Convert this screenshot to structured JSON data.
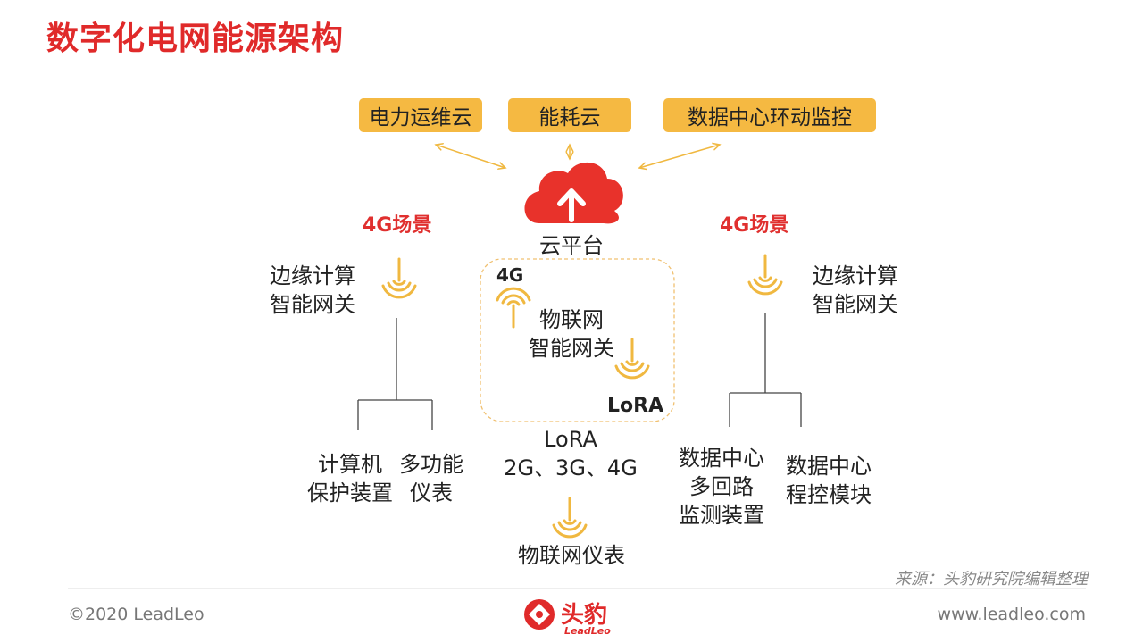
{
  "page": {
    "title": "数字化电网能源架构"
  },
  "clouds": {
    "left": "电力运维云",
    "center": "能耗云",
    "right": "数据中心环动监控"
  },
  "platform": {
    "label": "云平台"
  },
  "left_branch": {
    "scene": "4G场景",
    "gateway": [
      "边缘计算",
      "智能网关"
    ],
    "devices": [
      {
        "lines": [
          "计算机",
          "保护装置"
        ]
      },
      {
        "lines": [
          "多功能",
          "仪表"
        ]
      }
    ]
  },
  "center_branch": {
    "tag_4g": "4G",
    "gateway": [
      "物联网",
      "智能网关"
    ],
    "tag_lora": "LoRA",
    "protocols": [
      "LoRA",
      "2G、3G、4G"
    ],
    "meter": "物联网仪表"
  },
  "right_branch": {
    "scene": "4G场景",
    "gateway": [
      "边缘计算",
      "智能网关"
    ],
    "devices": [
      {
        "lines": [
          "数据中心",
          "多回路",
          "监测装置"
        ]
      },
      {
        "lines": [
          "数据中心",
          "程控模块"
        ]
      }
    ]
  },
  "footer": {
    "source": "来源：头豹研究院编辑整理",
    "copyright": "©2020 LeadLeo",
    "website": "www.leadleo.com",
    "brand_cn": "头豹",
    "brand_en": "LeadLeo"
  },
  "colors": {
    "accent": "#e02a2a",
    "box": "#f5b942",
    "wireless": "#f0b840",
    "cloud": "#e8322b"
  }
}
